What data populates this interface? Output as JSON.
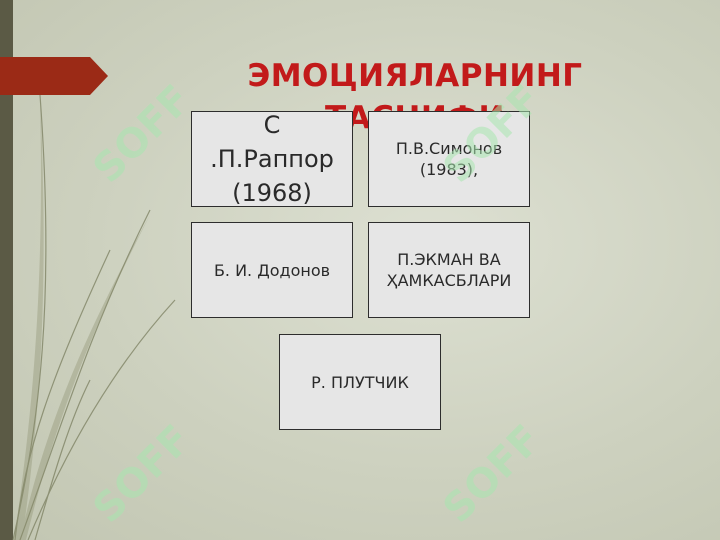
{
  "title": "ЭМОЦИЯЛАРНИНГ ТАСНИФИ",
  "boxes": [
    {
      "line1": "С",
      "line2": ".П.Раппор",
      "line3": "(1968)"
    },
    {
      "line1": "П.В.Симонов",
      "line2": "(1983),"
    },
    {
      "line1": "Б. И. Додонов"
    },
    {
      "line1": "П.ЭКМАН ВА",
      "line2": "ҲАМКАСБЛАРИ"
    },
    {
      "line1": "Р. ПЛУТЧИК"
    }
  ],
  "watermark": "SOFF",
  "colors": {
    "title": "#c21a1a",
    "arrow": "#9b2a16",
    "background": "#d3d6c6",
    "watermark": "#a8e6b0"
  }
}
